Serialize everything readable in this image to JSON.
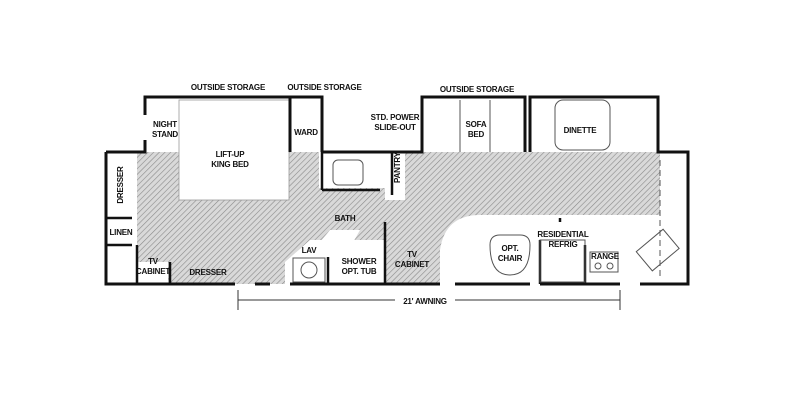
{
  "floorplan": {
    "outside_storage_1": "OUTSIDE STORAGE",
    "outside_storage_2": "OUTSIDE STORAGE",
    "outside_storage_3": "OUTSIDE STORAGE",
    "night_stand": "NIGHT\nSTAND",
    "bed": "LIFT-UP\nKING BED",
    "ward": "WARD",
    "slide_out": "STD. POWER\nSLIDE-OUT",
    "pantry": "PANTRY",
    "sofa_bed": "SOFA\nBED",
    "dinette": "DINETTE",
    "dresser_side": "DRESSER",
    "linen": "LINEN",
    "tv_cabinet_1": "TV\nCABINET",
    "dresser_bottom": "DRESSER",
    "bath": "BATH",
    "lav": "LAV",
    "shower": "SHOWER\nOPT. TUB",
    "tv_cabinet_2": "TV\nCABINET",
    "opt_chair": "OPT.\nCHAIR",
    "refrig": "RESIDENTIAL\nREFRIG",
    "range": "RANGE",
    "awning": "21' AWNING"
  }
}
